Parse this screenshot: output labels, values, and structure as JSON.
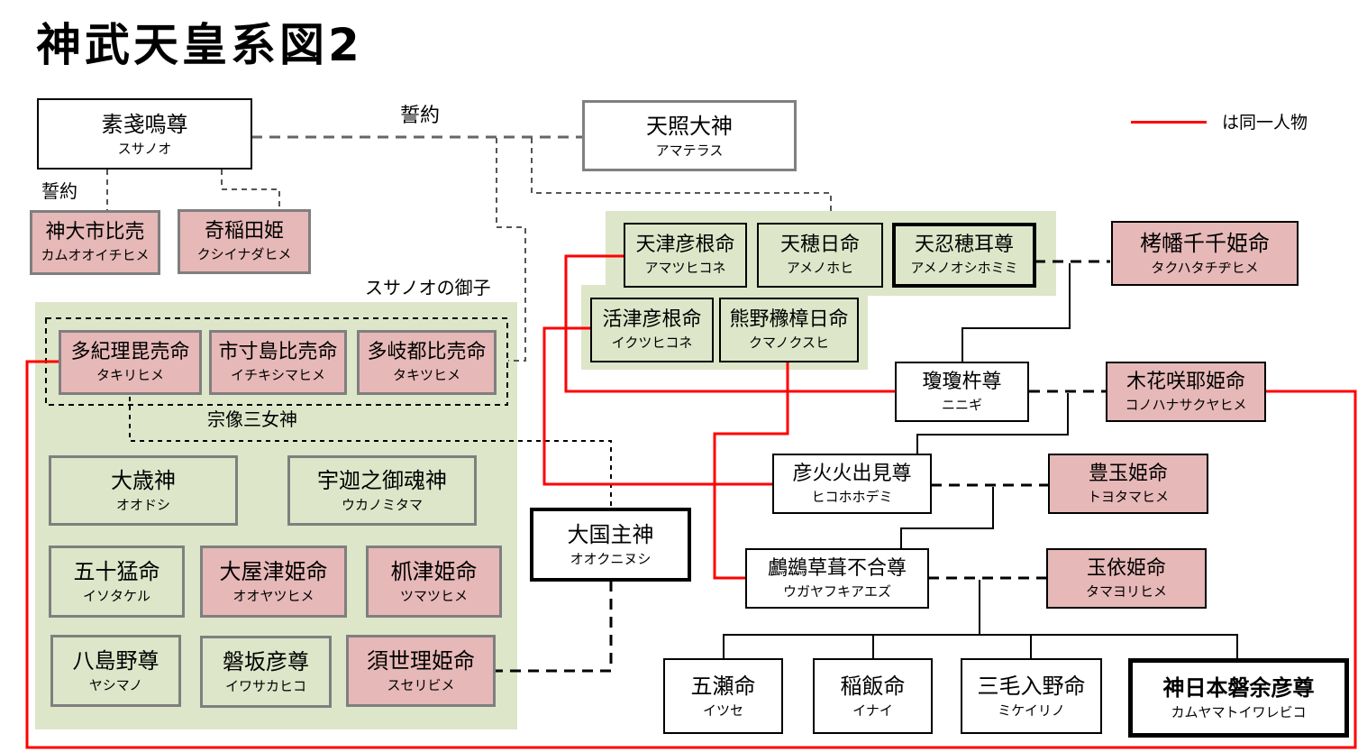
{
  "title": "神武天皇系図2",
  "legend": {
    "line_color": "#ff0000",
    "text": "は同一人物"
  },
  "labels": {
    "oath_top": "誓約",
    "oath_left": "誓約",
    "susanoo_children": "スサノオの御子",
    "munakata": "宗像三女神"
  },
  "colors": {
    "female": "#e6b8b7",
    "group": "#dde6c9",
    "same_person_line": "#ff0000"
  },
  "persons": {
    "susanoo": {
      "name": "素戔嗚尊",
      "kana": "スサノオ"
    },
    "amaterasu": {
      "name": "天照大神",
      "kana": "アマテラス"
    },
    "kamuoichihime": {
      "name": "神大市比売",
      "kana": "カムオオイチヒメ"
    },
    "kushinadahime": {
      "name": "奇稲田姫",
      "kana": "クシイナダヒメ"
    },
    "amatsuhikone": {
      "name": "天津彦根命",
      "kana": "アマツヒコネ"
    },
    "amenohohi": {
      "name": "天穂日命",
      "kana": "アメノホヒ"
    },
    "amenooshihomimi": {
      "name": "天忍穂耳尊",
      "kana": "アメノオシホミミ"
    },
    "takuhatachijihime": {
      "name": "栲幡千千姫命",
      "kana": "タクハタチヂヒメ"
    },
    "ikutsuhikone": {
      "name": "活津彦根命",
      "kana": "イクツヒコネ"
    },
    "kumanokusubi": {
      "name": "熊野櫲樟日命",
      "kana": "クマノクスヒ"
    },
    "takirihime": {
      "name": "多紀理毘売命",
      "kana": "タキリヒメ"
    },
    "ichikishimahime": {
      "name": "市寸島比売命",
      "kana": "イチキシマヒメ"
    },
    "takitsuhime": {
      "name": "多岐都比売命",
      "kana": "タキツヒメ"
    },
    "ninigi": {
      "name": "瓊瓊杵尊",
      "kana": "ニニギ"
    },
    "konohanasakuyahime": {
      "name": "木花咲耶姫命",
      "kana": "コノハナサクヤヒメ"
    },
    "otoshi": {
      "name": "大歳神",
      "kana": "オオドシ"
    },
    "ukanomitama": {
      "name": "宇迦之御魂神",
      "kana": "ウカノミタマ"
    },
    "hikohohodemi": {
      "name": "彦火火出見尊",
      "kana": "ヒコホホデミ"
    },
    "toyotamahime": {
      "name": "豊玉姫命",
      "kana": "トヨタマヒメ"
    },
    "okuninushi": {
      "name": "大国主神",
      "kana": "オオクニヌシ"
    },
    "isotakeru": {
      "name": "五十猛命",
      "kana": "イソタケル"
    },
    "oyatsuhime": {
      "name": "大屋津姫命",
      "kana": "オオヤツヒメ"
    },
    "tsumatsuhime": {
      "name": "枛津姫命",
      "kana": "ツマツヒメ"
    },
    "ugayafukiaezu": {
      "name": "鸕鷀草葺不合尊",
      "kana": "ウガヤフキアエズ"
    },
    "tamayorihime": {
      "name": "玉依姫命",
      "kana": "タマヨリヒメ"
    },
    "yashimano": {
      "name": "八島野尊",
      "kana": "ヤシマノ"
    },
    "iwasakahiko": {
      "name": "磐坂彦尊",
      "kana": "イワサカヒコ"
    },
    "suserihime": {
      "name": "須世理姫命",
      "kana": "スセリビメ"
    },
    "itsuse": {
      "name": "五瀬命",
      "kana": "イツセ"
    },
    "inai": {
      "name": "稲飯命",
      "kana": "イナイ"
    },
    "mikeirino": {
      "name": "三毛入野命",
      "kana": "ミケイリノ"
    },
    "jimmu": {
      "name": "神日本磐余彦尊",
      "kana": "カムヤマトイワレビコ"
    }
  }
}
